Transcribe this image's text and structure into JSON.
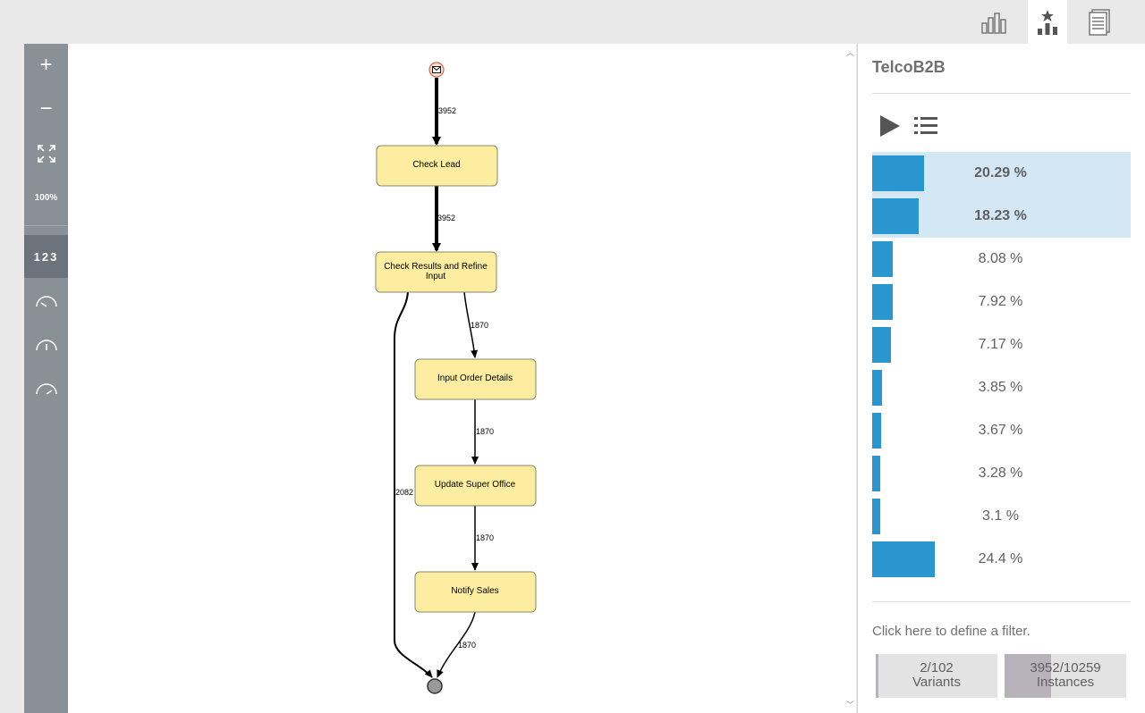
{
  "topbar": {
    "icons": [
      {
        "name": "bar-chart-icon",
        "active": false
      },
      {
        "name": "star-bar-chart-icon",
        "active": true
      },
      {
        "name": "document-icon",
        "active": false
      }
    ]
  },
  "toolbar": {
    "zoom_in": "+",
    "zoom_out": "−",
    "fit_icon": "fit-screen-icon",
    "zoom_label": "100%",
    "counts_label": "123",
    "gauges": [
      "gauge-low-icon",
      "gauge-mid-icon",
      "gauge-high-icon"
    ]
  },
  "process_map": {
    "nodes": [
      {
        "id": "check-lead",
        "label": "Check Lead"
      },
      {
        "id": "check-results",
        "label_line1": "Check Results and Refine",
        "label_line2": "Input"
      },
      {
        "id": "input-order",
        "label": "Input Order Details"
      },
      {
        "id": "update-super",
        "label": "Update Super Office"
      },
      {
        "id": "notify-sales",
        "label": "Notify Sales"
      }
    ],
    "edges": [
      {
        "from": "start",
        "to": "check-lead",
        "count": "3952"
      },
      {
        "from": "check-lead",
        "to": "check-results",
        "count": "3952"
      },
      {
        "from": "check-results",
        "to": "input-order",
        "count": "1870"
      },
      {
        "from": "input-order",
        "to": "update-super",
        "count": "1870"
      },
      {
        "from": "update-super",
        "to": "notify-sales",
        "count": "1870"
      },
      {
        "from": "notify-sales",
        "to": "end",
        "count": "1870"
      },
      {
        "from": "check-results",
        "to": "end",
        "count": "2082"
      }
    ],
    "colors": {
      "node_fill": "#fdeda0",
      "node_stroke": "#8a8a6a"
    }
  },
  "panel": {
    "title": "TelcoB2B",
    "play_icon": "play-icon",
    "list_icon": "list-icon",
    "variants": [
      {
        "pct": "20.29 %",
        "value": 20.29,
        "selected": true
      },
      {
        "pct": "18.23 %",
        "value": 18.23,
        "selected": true
      },
      {
        "pct": "8.08 %",
        "value": 8.08,
        "selected": false
      },
      {
        "pct": "7.92 %",
        "value": 7.92,
        "selected": false
      },
      {
        "pct": "7.17 %",
        "value": 7.17,
        "selected": false
      },
      {
        "pct": "3.85 %",
        "value": 3.85,
        "selected": false
      },
      {
        "pct": "3.67 %",
        "value": 3.67,
        "selected": false
      },
      {
        "pct": "3.28 %",
        "value": 3.28,
        "selected": false
      },
      {
        "pct": "3.1 %",
        "value": 3.1,
        "selected": false
      },
      {
        "pct": "24.4 %",
        "value": 24.4,
        "selected": false
      }
    ],
    "filter_text": "Click here to define a filter.",
    "variants_stat": {
      "line1": "2/102",
      "line2": "Variants",
      "fraction": 0.0196
    },
    "instances_stat": {
      "line1": "3952/10259",
      "line2": "Instances",
      "fraction": 0.385
    },
    "bar_color": "#2a96cf",
    "selected_color": "#d3e8f4"
  }
}
